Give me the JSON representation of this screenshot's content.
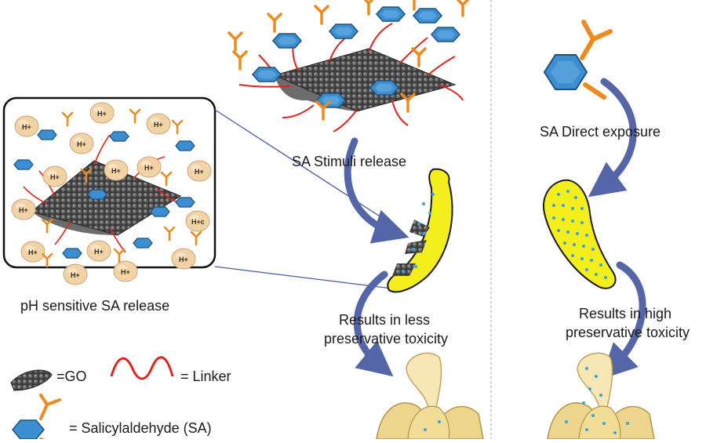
{
  "labels": {
    "stimuli_release": "SA Stimuli release",
    "direct_exposure": "SA Direct exposure",
    "less_toxicity_line1": "Results in less",
    "less_toxicity_line2": "preservative toxicity",
    "high_toxicity_line1": "Results in high",
    "high_toxicity_line2": "preservative toxicity",
    "ph_release": "pH sensitive SA release",
    "proton": "H+",
    "proton_alt": "H+c"
  },
  "legend": {
    "go_label": "=GO",
    "linker_label": "= Linker",
    "sa_label": "= Salicylaldehyde (SA)"
  },
  "colors": {
    "hexagon": "#3b8fd0",
    "linker": "#e0241c",
    "sa_arm": "#f08a1c",
    "banana": "#f3ee1c",
    "arrow": "#5566a8",
    "proton_ball": "#f2d3a6",
    "divider": "#9aa6c8"
  }
}
